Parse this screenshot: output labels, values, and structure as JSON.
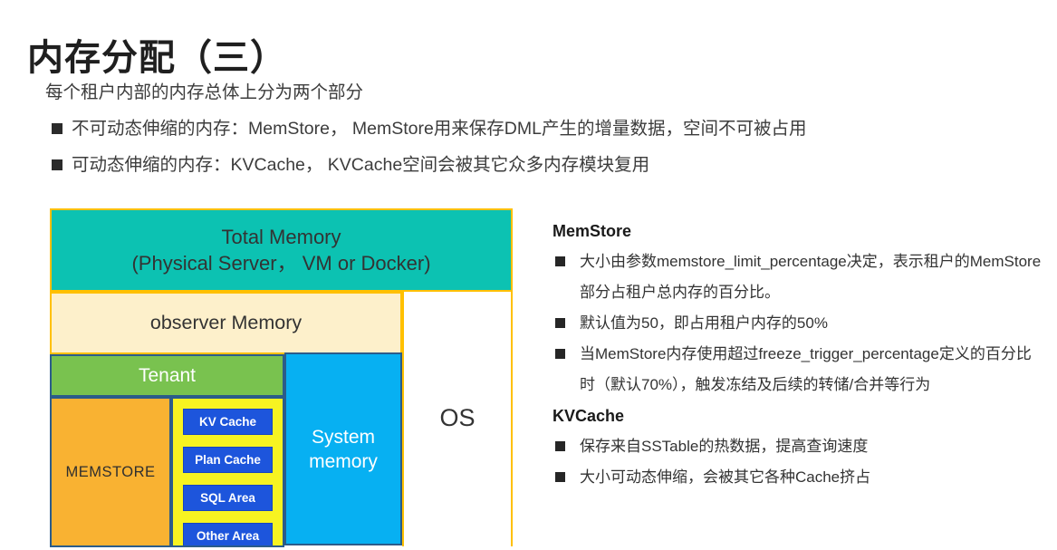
{
  "slide": {
    "title": "内存分配（三）",
    "intro": "每个租户内部的内存总体上分为两个部分",
    "bullets": [
      "不可动态伸缩的内存：MemStore， MemStore用来保存DML产生的增量数据，空间不可被占用",
      "可动态伸缩的内存：KVCache， KVCache空间会被其它众多内存模块复用"
    ]
  },
  "diagram": {
    "total_memory_line1": "Total Memory",
    "total_memory_line2": "(Physical Server， VM or Docker)",
    "observer_memory": "observer Memory",
    "tenant": "Tenant",
    "memstore": "MEMSTORE",
    "cache_items": [
      "KV Cache",
      "Plan Cache",
      "SQL Area",
      "Other Area"
    ],
    "system_memory": "System memory",
    "os": "OS",
    "colors": {
      "teal": "#0cc2b2",
      "gold_border": "#ffc000",
      "cream": "#fdf0cb",
      "green": "#79c24f",
      "navy_border": "#2b5c8a",
      "orange": "#f9b232",
      "yellow": "#f7f321",
      "royal_blue": "#1d55dc",
      "cyan": "#07b0f2"
    }
  },
  "right_panel": {
    "sections": [
      {
        "heading": "MemStore",
        "bullets": [
          "大小由参数memstore_limit_percentage决定，表示租户的MemStore 部分占租户总内存的百分比。",
          "默认值为50，即占用租户内存的50%",
          "当MemStore内存使用超过freeze_trigger_percentage定义的百分比时（默认70%），触发冻结及后续的转储/合并等行为"
        ]
      },
      {
        "heading": "KVCache",
        "bullets": [
          "保存来自SSTable的热数据，提高查询速度",
          "大小可动态伸缩，会被其它各种Cache挤占"
        ]
      }
    ]
  }
}
